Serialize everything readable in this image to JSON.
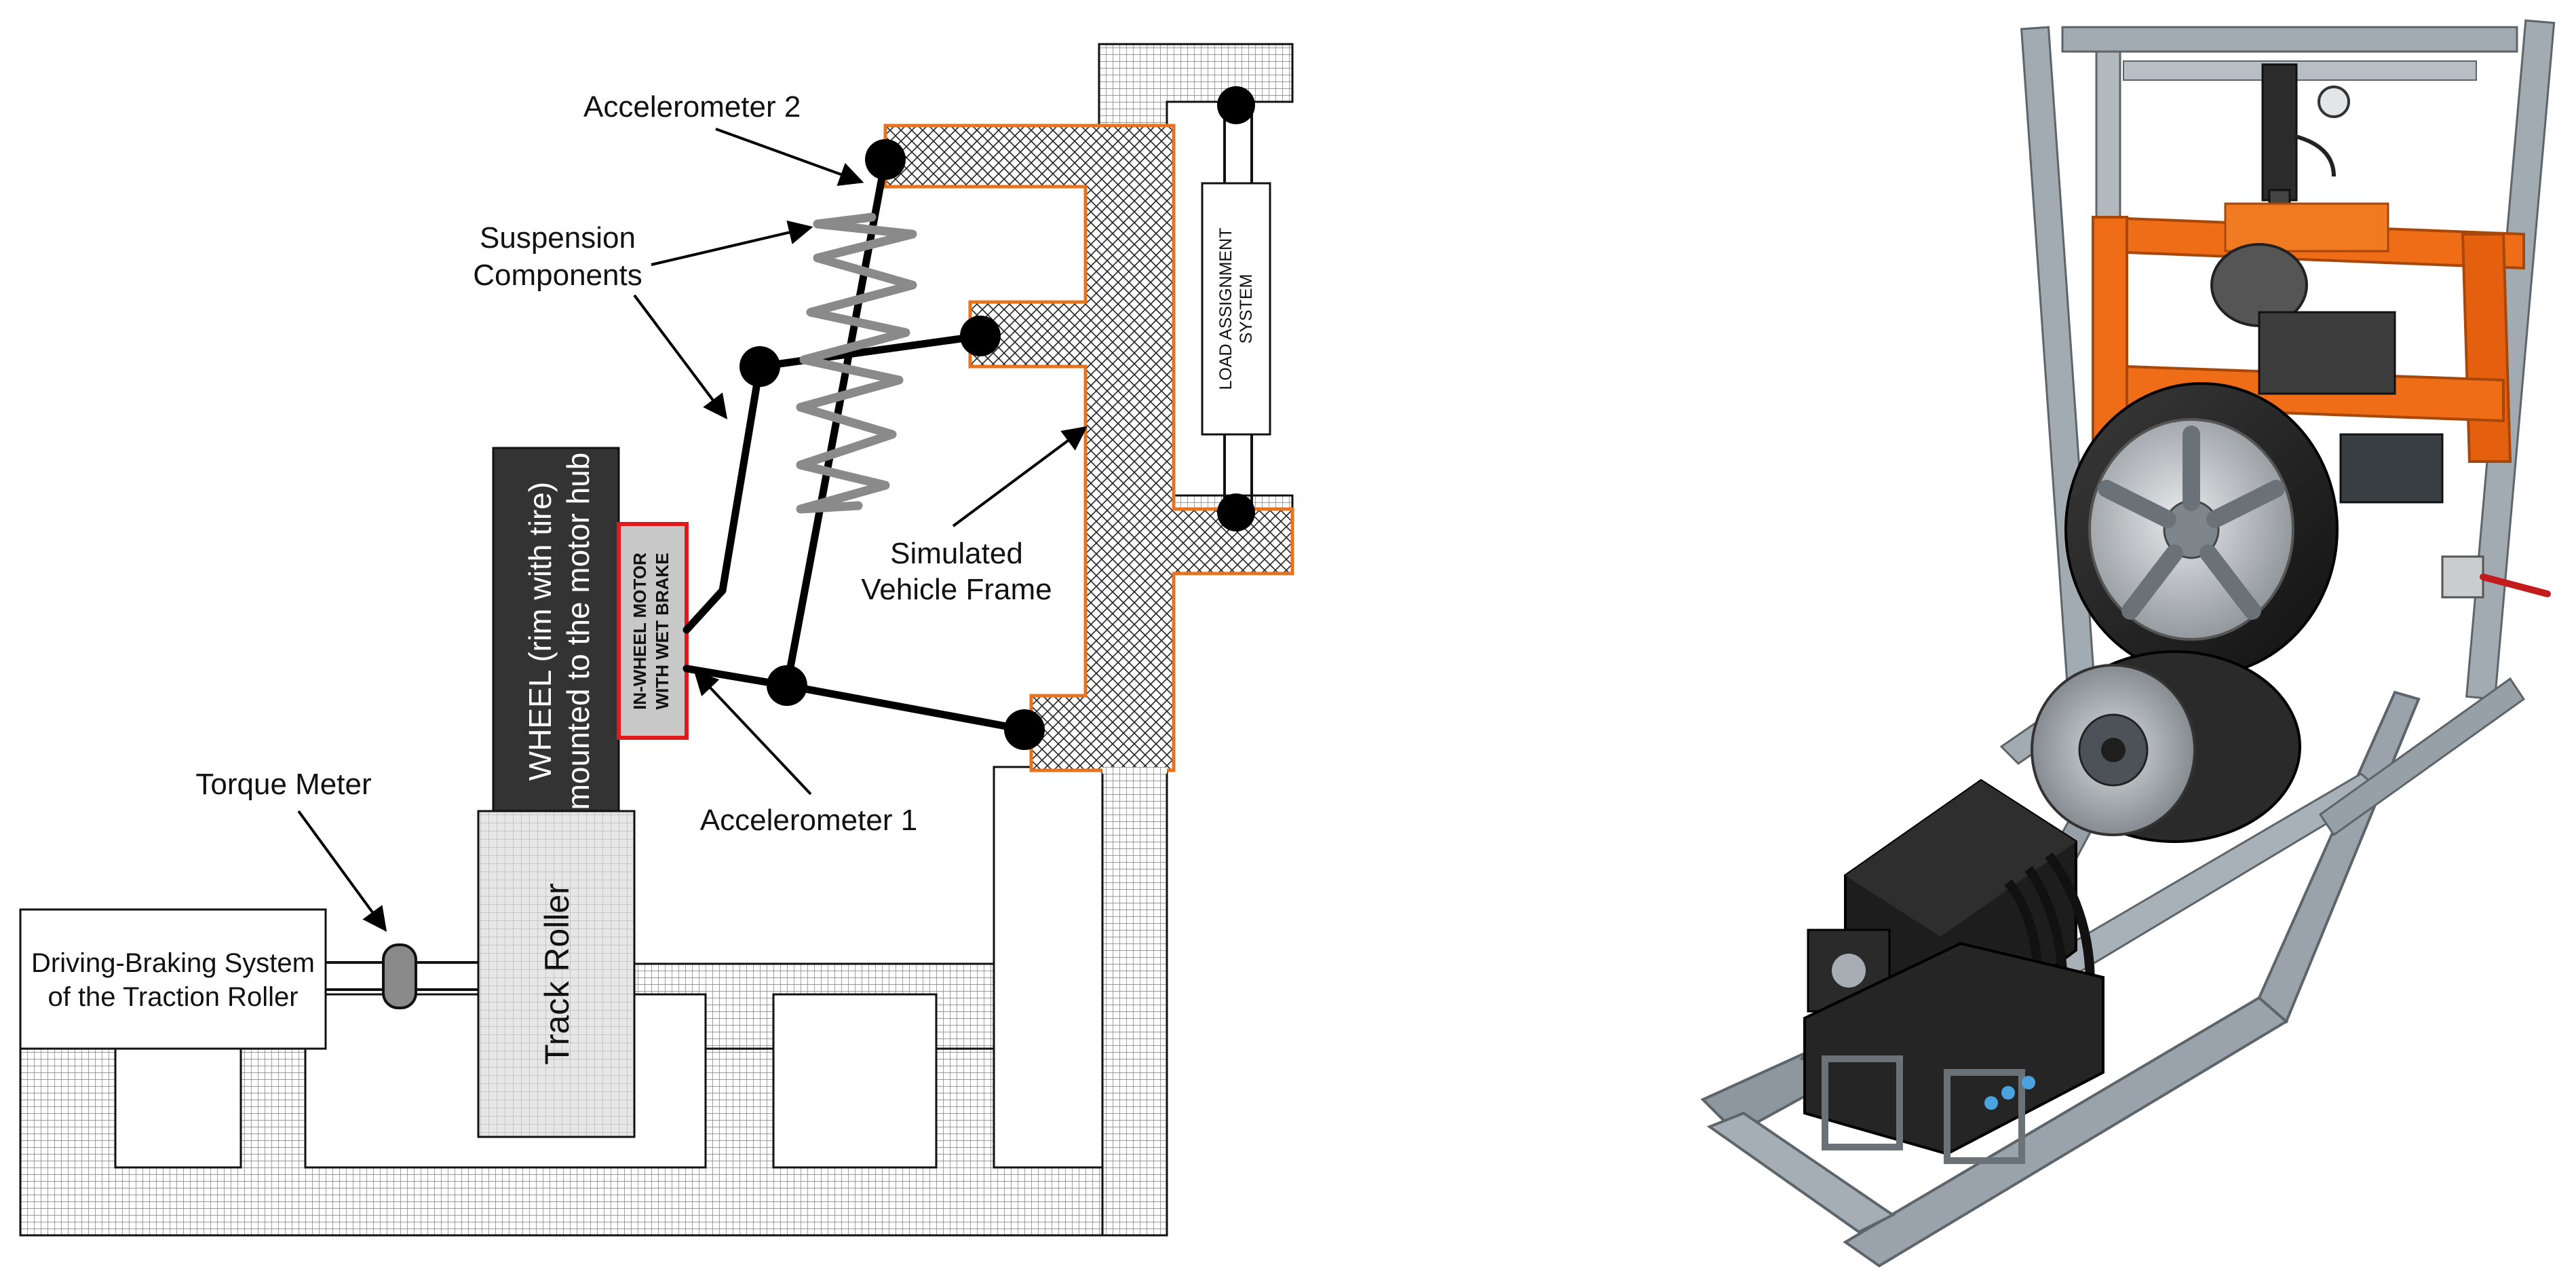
{
  "diagram": {
    "labels": {
      "accelerometer_2": "Accelerometer 2",
      "suspension_line1": "Suspension",
      "suspension_line2": "Components",
      "simulated_line1": "Simulated",
      "simulated_line2": "Vehicle Frame",
      "accelerometer_1": "Accelerometer 1",
      "torque_meter": "Torque Meter",
      "driving_line1": "Driving-Braking System",
      "driving_line2": "of the Traction Roller",
      "track_roller": "Track Roller",
      "wheel_line1": "WHEEL (rim with tire)",
      "wheel_line2": "mounted to the motor hub",
      "motor_line1": "IN-WHEEL MOTOR",
      "motor_line2": "WITH WET BRAKE",
      "load_line1": "LOAD ASSIGNMENT",
      "load_line2": "SYSTEM"
    },
    "colors": {
      "frame_outline": "#e8731e",
      "motor_outline": "#e01a1a",
      "wheel_fill": "#333333",
      "spring": "#8a8a8a",
      "orange_frame_photo": "#ef6d16",
      "steel_photo": "#9aa3ab"
    }
  }
}
